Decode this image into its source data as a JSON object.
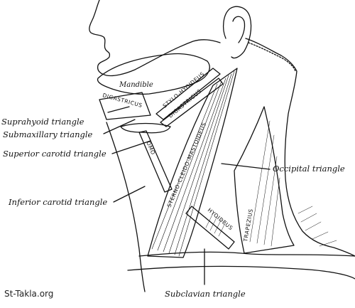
{
  "labels": {
    "suprahyoid": "Suprahyoid triangle",
    "submaxillary": "Submaxillary triangle",
    "superior_carotid": "Superior carotid triangle",
    "inferior_carotid": "Inferior carotid triangle",
    "occipital": "Occipital triangle",
    "subclavian": "Subclavian triangle"
  },
  "muscle_labels": {
    "mandible": "Mandible",
    "digastricus_left": "DIGASTRICUS",
    "stylohyoideus": "STYLO-HYOIDEUS",
    "digastricus_right": "DIGASTRICUS",
    "sternocleidomastoideus": "STERNO-CLEIDO-MASTOIDEUS",
    "omo": "OMO",
    "trapezius": "TRAPEZIUS",
    "hyoideus": "HYOIDEUS"
  },
  "watermark": "St-Takla.org"
}
